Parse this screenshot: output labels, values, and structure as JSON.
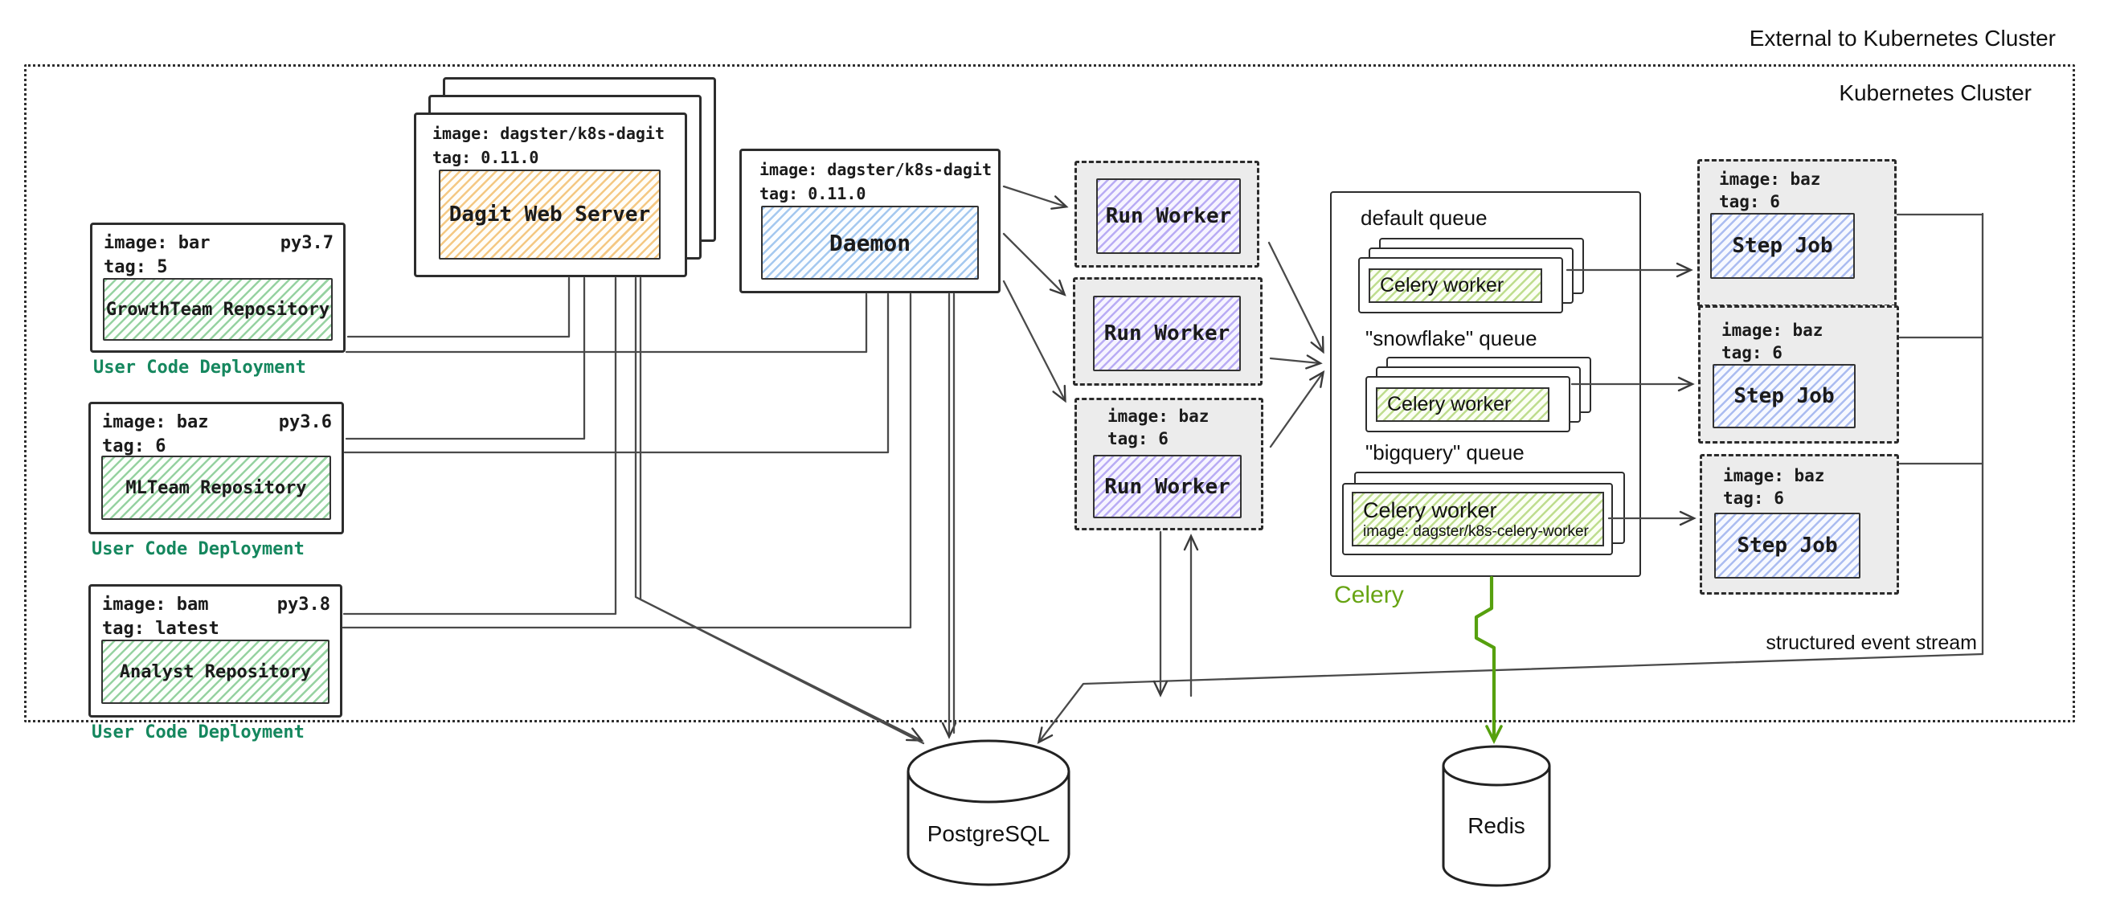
{
  "cluster": {
    "external_label": "External to Kubernetes Cluster",
    "label": "Kubernetes Cluster"
  },
  "deployments": [
    {
      "image": "image: bar",
      "py": "py3.7",
      "tag": "tag: 5",
      "repo": "GrowthTeam Repository",
      "caption": "User Code Deployment"
    },
    {
      "image": "image: baz",
      "py": "py3.6",
      "tag": "tag: 6",
      "repo": "MLTeam Repository",
      "caption": "User Code Deployment"
    },
    {
      "image": "image: bam",
      "py": "py3.8",
      "tag": "tag: latest",
      "repo": "Analyst Repository",
      "caption": "User Code Deployment"
    }
  ],
  "dagit": {
    "image": "image: dagster/k8s-dagit",
    "tag": "tag: 0.11.0",
    "title": "Dagit Web Server"
  },
  "daemon": {
    "image": "image: dagster/k8s-dagit",
    "tag": "tag: 0.11.0",
    "title": "Daemon"
  },
  "run_workers": [
    {
      "title": "Run Worker"
    },
    {
      "title": "Run Worker"
    },
    {
      "title": "Run Worker",
      "image": "image: baz",
      "tag": "tag: 6"
    }
  ],
  "celery": {
    "caption": "Celery",
    "queues": [
      {
        "label": "default queue",
        "worker": "Celery worker"
      },
      {
        "label": "\"snowflake\" queue",
        "worker": "Celery worker"
      },
      {
        "label": "\"bigquery\" queue",
        "worker": "Celery worker",
        "worker_image": "image: dagster/k8s-celery-worker"
      }
    ]
  },
  "step_jobs": [
    {
      "image": "image: baz",
      "tag": "tag: 6",
      "title": "Step Job"
    },
    {
      "image": "image: baz",
      "tag": "tag: 6",
      "title": "Step Job"
    },
    {
      "image": "image: baz",
      "tag": "tag: 6",
      "title": "Step Job"
    }
  ],
  "datastores": {
    "postgres": "PostgreSQL",
    "redis": "Redis"
  },
  "annotations": {
    "event_stream": "structured event stream"
  },
  "colors": {
    "repo_green": "#7bc47f",
    "dagit_orange": "#f2c06b",
    "daemon_blue": "#8fc1ec",
    "run_purple": "#a99cf1",
    "step_blue": "#8ea6e9",
    "celery_green": "#a9cf6b",
    "ucd_label": "#15875e",
    "celery_label": "#67a413",
    "arrow_green": "#56a00e"
  }
}
